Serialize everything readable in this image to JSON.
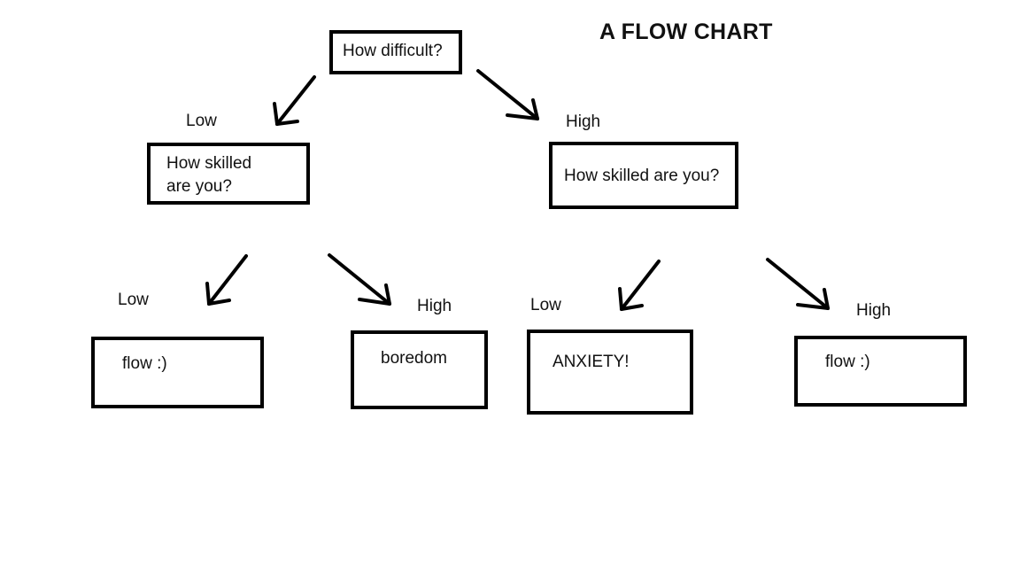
{
  "title": "A FLOW CHART",
  "nodes": {
    "root": {
      "text": "How difficult?"
    },
    "left": {
      "line1": "How skilled",
      "line2": "are you?"
    },
    "right": {
      "text": "How skilled are you?"
    },
    "leaf_1": {
      "text": "flow :)"
    },
    "leaf_2": {
      "text": "boredom"
    },
    "leaf_3": {
      "text": "ANXIETY!"
    },
    "leaf_4": {
      "text": "flow :)"
    }
  },
  "edges": {
    "root_left": {
      "label": "Low"
    },
    "root_right": {
      "label": "High"
    },
    "left_leaf1": {
      "label": "Low"
    },
    "left_leaf2": {
      "label": "High"
    },
    "right_leaf3": {
      "label": "Low"
    },
    "right_leaf4": {
      "label": "High"
    }
  }
}
